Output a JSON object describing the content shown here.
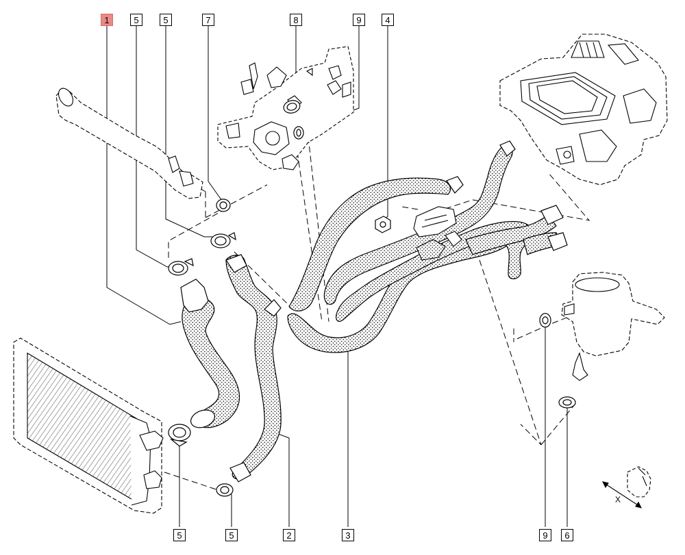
{
  "callouts": [
    {
      "label": "1",
      "highlight": true
    },
    {
      "label": "5",
      "highlight": false
    },
    {
      "label": "5",
      "highlight": false
    },
    {
      "label": "7",
      "highlight": false
    },
    {
      "label": "8",
      "highlight": false
    },
    {
      "label": "9",
      "highlight": false
    },
    {
      "label": "4",
      "highlight": false
    },
    {
      "label": "5",
      "highlight": false
    },
    {
      "label": "5",
      "highlight": false
    },
    {
      "label": "2",
      "highlight": false
    },
    {
      "label": "3",
      "highlight": false
    },
    {
      "label": "9",
      "highlight": false
    },
    {
      "label": "6",
      "highlight": false
    }
  ],
  "axis_marker": {
    "label": "X"
  },
  "colors": {
    "highlight": "#ea8a87",
    "line": "#000000",
    "hose_fill": "#ffffff"
  }
}
